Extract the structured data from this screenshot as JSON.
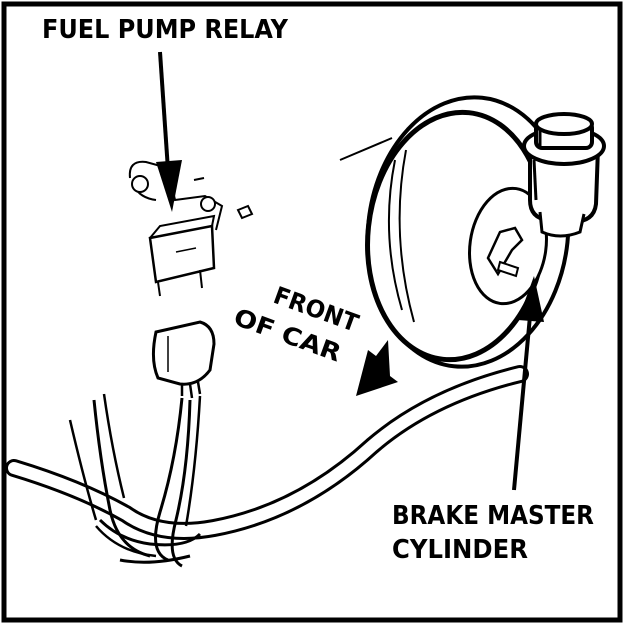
{
  "labels": {
    "fuel_pump_relay": "FUEL PUMP RELAY",
    "front_line1": "FRONT",
    "front_line2": "OF CAR",
    "brake_line1": "BRAKE MASTER",
    "brake_line2": "CYLINDER"
  },
  "colors": {
    "ink": "#000000",
    "paper": "#ffffff"
  }
}
